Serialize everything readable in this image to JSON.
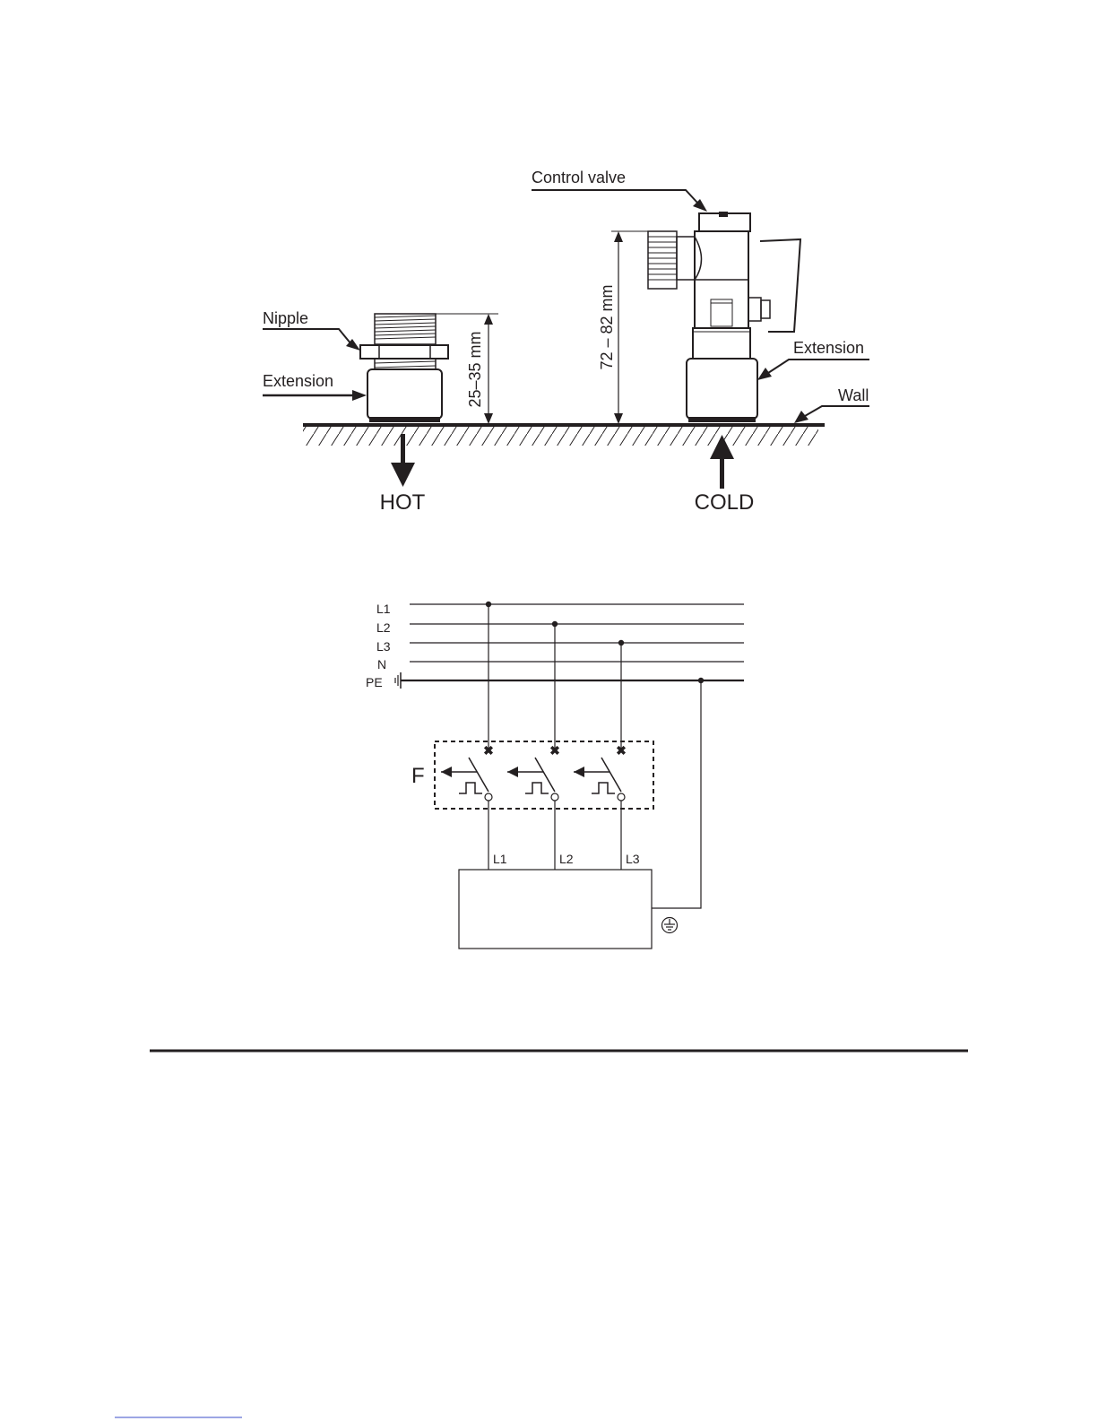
{
  "plumbing": {
    "labels": {
      "control_valve": "Control valve",
      "nipple": "Nipple",
      "extension_left": "Extension",
      "extension_right": "Extension",
      "wall": "Wall",
      "hot": "HOT",
      "cold": "COLD"
    },
    "dimensions": {
      "short": "25–35 mm",
      "long": "72 – 82 mm"
    }
  },
  "wiring": {
    "bus_labels": [
      "L1",
      "L2",
      "L3",
      "N",
      "PE"
    ],
    "breaker_label": "F",
    "terminal_labels": [
      "L1",
      "L2",
      "L3"
    ]
  }
}
